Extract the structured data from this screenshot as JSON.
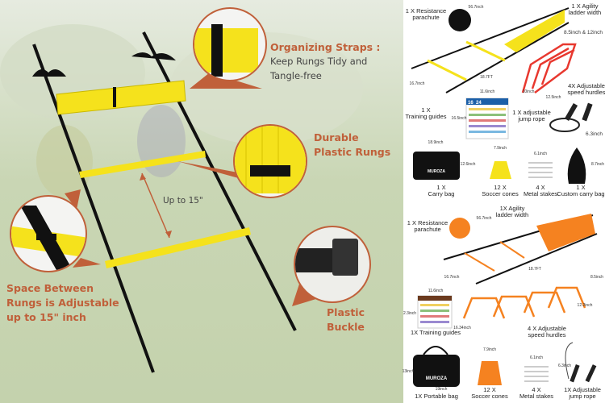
{
  "left_panel": {
    "callouts": {
      "organizing_title": "Organizing Straps :",
      "organizing_line1": "Keep Rungs Tidy and",
      "organizing_line2": "Tangle-free",
      "durable_line1": "Durable",
      "durable_line2": "Plastic Rungs",
      "spacing_marker": "Up to 15\"",
      "space_line1": "Space Between",
      "space_line2": "Rungs is Adjustable",
      "space_line3": "up to 15\" inch",
      "buckle_line1": "Plastic",
      "buckle_line2": "Buckle"
    },
    "colors": {
      "accent": "#c0603a",
      "rung": "#f5e21c",
      "strap": "#111111"
    }
  },
  "top_kit": {
    "color": "#f5e21c",
    "hurdle_color": "#e8382f",
    "items": {
      "parachute": [
        "1 X Resistance",
        "parachute"
      ],
      "ladder": [
        "1 X Agility",
        "ladder width"
      ],
      "hurdles": [
        "4X Adjustable",
        "speed hurdles"
      ],
      "guides": [
        "1 X",
        "Training guides"
      ],
      "jump_rope": [
        "1 X adjustable",
        "jump rope"
      ],
      "carry_bag": [
        "1 X",
        "Carry bag"
      ],
      "cones": [
        "12 X",
        "Soccer cones"
      ],
      "stakes": [
        "4 X",
        "Metal stakes"
      ],
      "custom_bag": [
        "1 X",
        "Custom carry bag"
      ]
    },
    "dims": {
      "parachute": "56.7inch",
      "ladder_len": "18.7FT",
      "ladder_w": "16.7inch",
      "hurdle_h": "8.5inch & 12inch",
      "hurdle_w": "10inch",
      "hurdle_d": "12.5inch",
      "guide_w": "11.6inch",
      "guide_h": "16.5inch",
      "rope": "6.3inch",
      "bag_w": "18.9inch",
      "bag_h": "12.6inch",
      "cone": "7.9inch",
      "stake": "6.1inch",
      "custom_bag": "8.7inch"
    },
    "guide_header": [
      "16",
      "24"
    ],
    "bag_brand": "MUROZA"
  },
  "bottom_kit": {
    "color": "#f58220",
    "items": {
      "parachute": [
        "1 X Resistance",
        "parachute"
      ],
      "ladder": [
        "1X Agility",
        "ladder width"
      ],
      "hurdles": [
        "4 X Adjustable",
        "speed hurdles"
      ],
      "guides": "1X Training guides",
      "bag": "1X Portable bag",
      "cones": [
        "12 X",
        "Soccer cones"
      ],
      "stakes": [
        "4 X",
        "Metal stakes"
      ],
      "jump_rope": [
        "1X Adjustable",
        "jump rope"
      ]
    },
    "dims": {
      "parachute": "56.7inch",
      "ladder_len": "18.7FT",
      "ladder_w": "16.7inch",
      "hurdle_h": "8.5inch",
      "hurdle_w": "12.2inch",
      "hurdle_d": "16.34inch",
      "guide_w": "11.6inch",
      "guide_h": "2.3inch",
      "bag_h": "13inch",
      "bag_w": "19inch",
      "cone": "7.9inch",
      "stake": "6.1inch",
      "rope": "6.3inch"
    },
    "bag_brand": "MUROZA"
  }
}
